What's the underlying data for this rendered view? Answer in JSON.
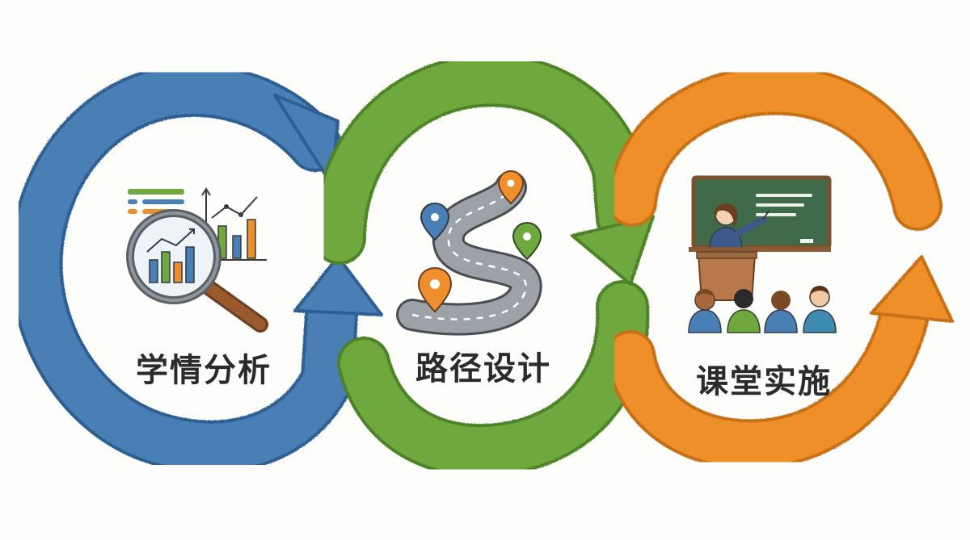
{
  "stages": [
    {
      "id": "analysis",
      "label": "学情分析",
      "color": "#4a7fb5",
      "icon": "magnifier-chart-icon"
    },
    {
      "id": "path",
      "label": "路径设计",
      "color": "#6fa83f",
      "icon": "winding-road-icon"
    },
    {
      "id": "class",
      "label": "课堂实施",
      "color": "#ee8f2c",
      "icon": "teacher-classroom-icon"
    }
  ],
  "colors": {
    "blue": "#4a7fb5",
    "blue_dark": "#2f5f93",
    "green": "#6fa83f",
    "green_dark": "#4d8326",
    "orange": "#ee8f2c",
    "orange_dark": "#c86f14",
    "ink": "#3a3a3a",
    "board": "#3f6b4a"
  }
}
